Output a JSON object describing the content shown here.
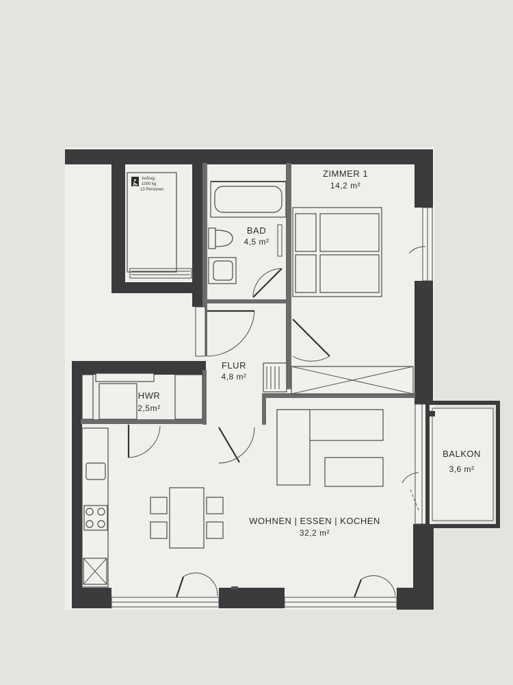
{
  "rooms": {
    "zimmer1": {
      "name": "ZIMMER 1",
      "area": "14,2 m²"
    },
    "bad": {
      "name": "BAD",
      "area": "4,5 m²"
    },
    "flur": {
      "name": "FLUR",
      "area": "4,8 m²"
    },
    "hwr": {
      "name": "HWR",
      "area": "2,5m²"
    },
    "balkon": {
      "name": "BALKON",
      "area": "3,6 m²"
    },
    "wohnen": {
      "name": "WOHNEN | ESSEN | KOCHEN",
      "area": "32,2 m²"
    }
  },
  "elevator": {
    "line1": "Aufzug,",
    "line2": "1000 kg",
    "line3": "13 Personen",
    "icon": "wheelchair-icon"
  },
  "colors": {
    "paper": "#e4e3df",
    "wall": "#3b3b3d",
    "line": "#4a4a4a"
  }
}
